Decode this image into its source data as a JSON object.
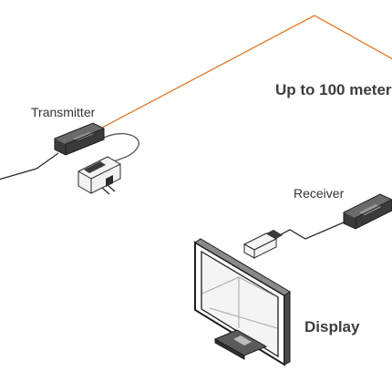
{
  "labels": {
    "transmitter": "Transmitter",
    "receiver": "Receiver",
    "distance": "Up to 100 meter",
    "display": "Display"
  },
  "colors": {
    "fiber_cable": "#e07a2e",
    "device": "#3a3a3a",
    "outline": "#1e1e1e",
    "text": "#333333"
  },
  "icons": {
    "transmitter": "transmitter-box-icon",
    "receiver": "receiver-box-icon",
    "power_adapter": "power-adapter-icon",
    "hdmi_plug": "hdmi-plug-icon",
    "display": "monitor-icon"
  }
}
